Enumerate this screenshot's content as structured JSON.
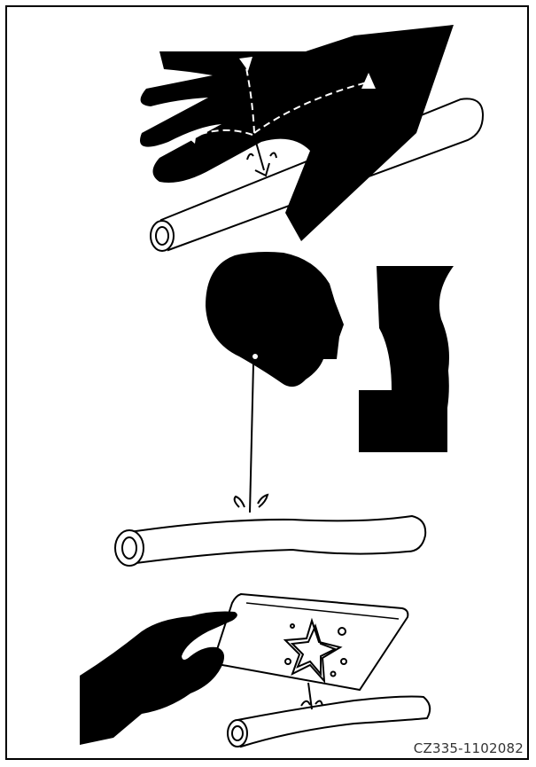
{
  "figure": {
    "code": "CZ335-1102082",
    "panels": [
      {
        "id": "hand-over-leak",
        "description_icons": [
          "hand-icon",
          "hose-icon",
          "spray-arrows-icon"
        ]
      },
      {
        "id": "face-near-leak",
        "description_icons": [
          "head-icon",
          "body-icon",
          "hose-icon",
          "fluid-jet-icon"
        ]
      },
      {
        "id": "cardboard-test",
        "description_icons": [
          "gloved-hand-icon",
          "cardboard-icon",
          "hose-icon",
          "splatter-icon"
        ]
      }
    ]
  },
  "colors": {
    "ink": "#000000",
    "paper": "#ffffff"
  }
}
